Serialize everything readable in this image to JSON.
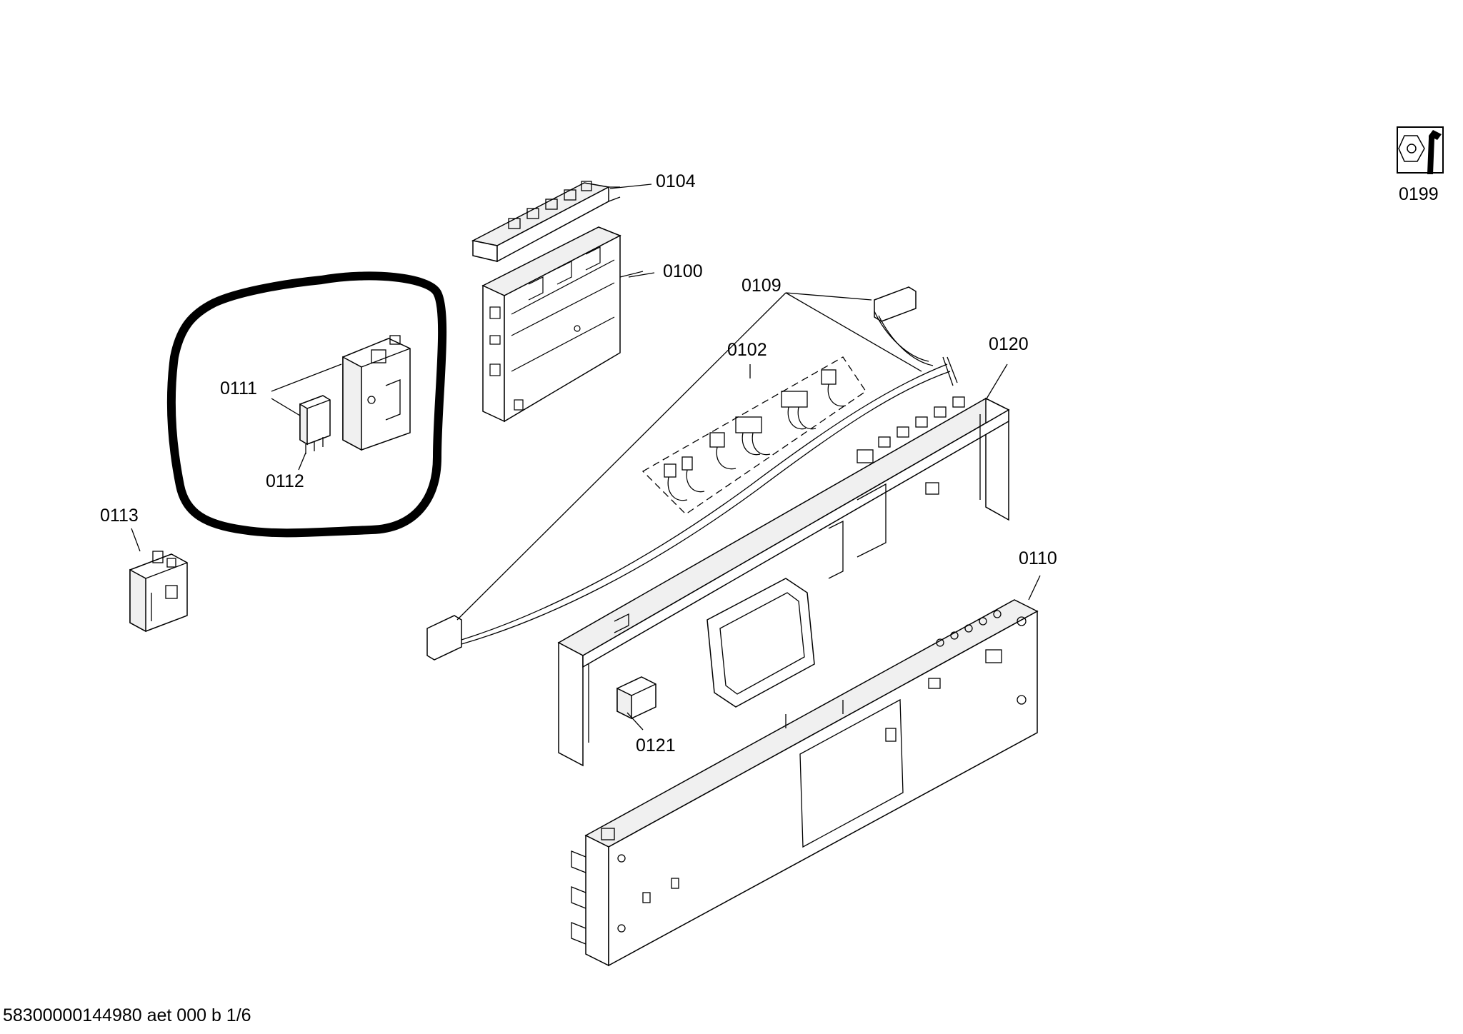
{
  "parts": [
    {
      "key": "p0104",
      "label": "0104"
    },
    {
      "key": "p0100",
      "label": "0100"
    },
    {
      "key": "p0109",
      "label": "0109"
    },
    {
      "key": "p0102",
      "label": "0102"
    },
    {
      "key": "p0120",
      "label": "0120"
    },
    {
      "key": "p0111",
      "label": "0111"
    },
    {
      "key": "p0112",
      "label": "0112"
    },
    {
      "key": "p0113",
      "label": "0113"
    },
    {
      "key": "p0110",
      "label": "0110"
    },
    {
      "key": "p0121",
      "label": "0121"
    },
    {
      "key": "p0199",
      "label": "0199"
    }
  ],
  "footer": {
    "document_code": "58300000144980 aet 000 b 1/6"
  },
  "icons": {
    "service_tool": "wrench-nut-icon"
  },
  "colors": {
    "line": "#000000",
    "background": "#ffffff",
    "highlight_circle": "#000000"
  }
}
